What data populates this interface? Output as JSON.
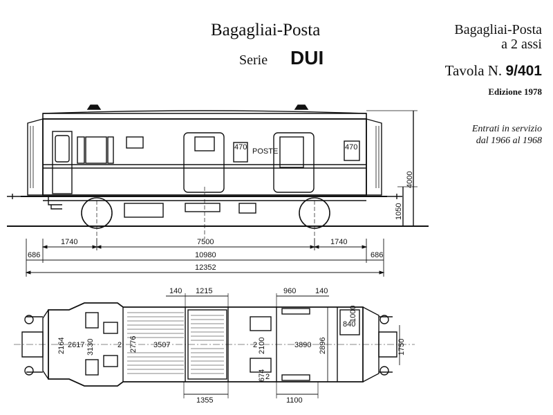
{
  "header": {
    "title": "Bagagliai-Posta",
    "serie_label": "Serie",
    "serie_code": "DUI",
    "type_line1": "Bagagliai-Posta",
    "type_line2": "a 2 assi",
    "tavola_label": "Tavola N.",
    "tavola_number": "9/401",
    "edition": "Edizione 1978",
    "service_line1": "Entrati in servizio",
    "service_line2": "dal 1966 al 1968"
  },
  "side_view": {
    "posta_label": "POSTE",
    "panel_number": "470",
    "height_total": "4000",
    "axle_height": "1050"
  },
  "dimensions": {
    "overhang_left": "1740",
    "wheelbase": "7500",
    "overhang_right": "1740",
    "body_length": "10980",
    "buffer_left": "686",
    "buffer_right": "686",
    "total_length": "12352"
  },
  "plan_view": {
    "d140a": "140",
    "d1215": "1215",
    "d960": "960",
    "d140b": "140",
    "d2617": "2617",
    "d2164": "2164",
    "d3130": "3130",
    "d2a": "2",
    "d2776": "2776",
    "d3507": "3507",
    "d2b": "2",
    "d2100": "2100",
    "d3890": "3890",
    "d2896": "2896",
    "d1750": "1750",
    "d1000": "1000",
    "d840": "840",
    "d674": "674",
    "d2c": "2",
    "d1355": "1355",
    "d1100": "1100"
  }
}
